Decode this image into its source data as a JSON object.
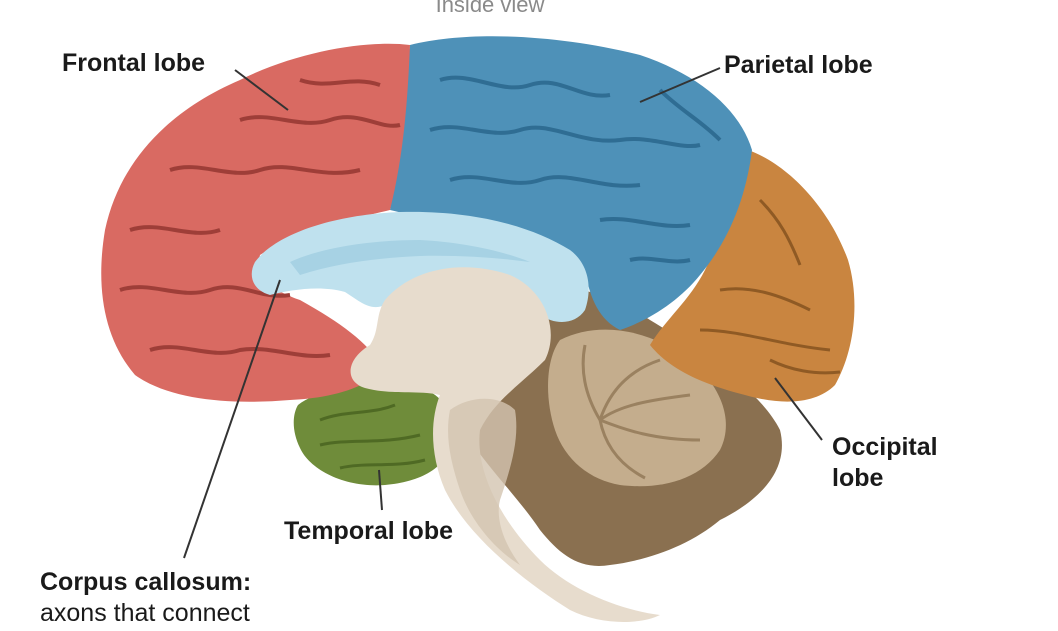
{
  "view_title": "Inside view",
  "labels": {
    "frontal": "Frontal lobe",
    "parietal": "Parietal lobe",
    "occipital_line1": "Occipital",
    "occipital_line2": "lobe",
    "temporal": "Temporal lobe",
    "corpus_title": "Corpus callosum:",
    "corpus_desc": "axons that connect"
  },
  "colors": {
    "frontal": "#d96a62",
    "parietal": "#4e91b8",
    "occipital": "#c98540",
    "temporal": "#6f8c3a",
    "corpus_callosum": "#bfe1ee",
    "brainstem": "#e7dccd",
    "cerebellum": "#8a7050"
  }
}
